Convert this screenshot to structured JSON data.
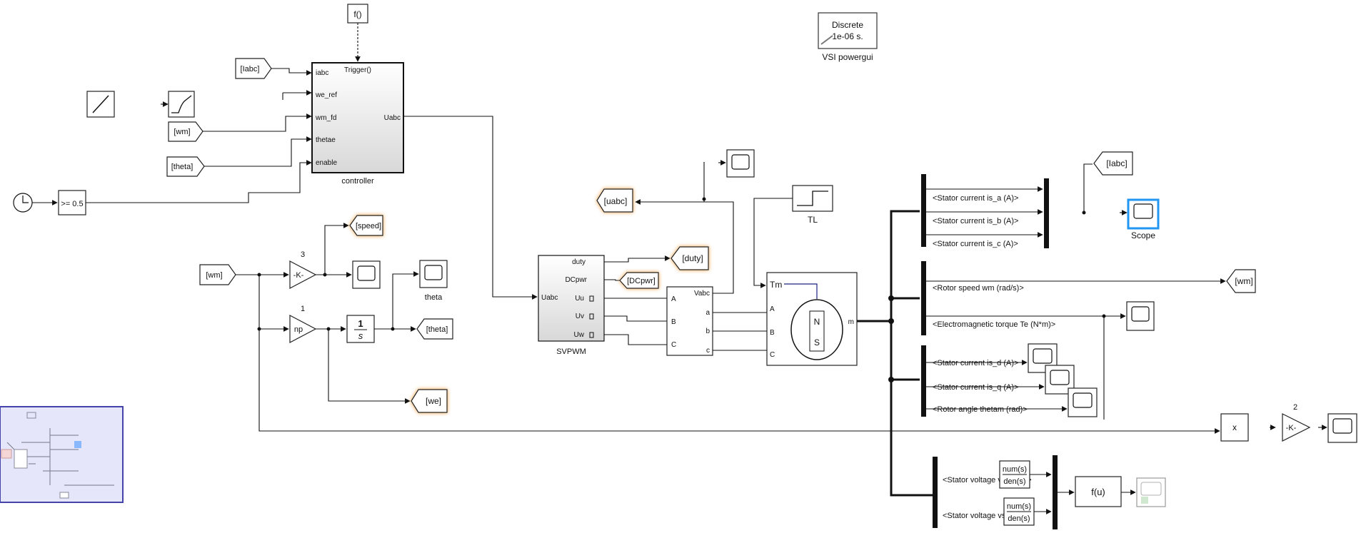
{
  "powergui": {
    "line1": "Discrete",
    "line2": "1e-06 s.",
    "caption": "VSI powergui"
  },
  "fcn_trigger": {
    "label": "f()"
  },
  "controller": {
    "caption": "controller",
    "trigger_label": "Trigger()",
    "inputs": [
      "iabc",
      "we_ref",
      "wm_fd",
      "thetae",
      "enable"
    ],
    "output": "Uabc"
  },
  "goto_tags": {
    "iabc_in": "[Iabc]",
    "wm_in": "[wm]",
    "theta_in": "[theta]",
    "wm_src": "[wm]",
    "speed": "[speed]",
    "theta_out": "[theta]",
    "we": "[we]",
    "uabc": "[uabc]",
    "duty": "[duty]",
    "dcpwr": "[DCpwr]",
    "iabc_out": "[Iabc]",
    "wm_out": "[wm]"
  },
  "compare": {
    "label": ">= 0.5"
  },
  "gains": {
    "k1_value": "3",
    "k1_label": "-K-",
    "np_value": "1",
    "np_label": "np",
    "k2_value": "2",
    "k2_label": "-K-"
  },
  "integrator": {
    "num": "1",
    "den": "s"
  },
  "svpwm": {
    "caption": "SVPWM",
    "input": "Uabc",
    "outputs": [
      "duty",
      "DCpwr",
      "Uu",
      "Uv",
      "Uw"
    ]
  },
  "inverter": {
    "inputs": [
      "A",
      "B",
      "C"
    ],
    "outputs": [
      "Vabc",
      "a",
      "b",
      "c"
    ]
  },
  "motor": {
    "ports": [
      "Tm",
      "A",
      "B",
      "C"
    ],
    "output": "m",
    "n": "N",
    "s": "S"
  },
  "step_tl": {
    "caption": "TL"
  },
  "scope_labels": {
    "theta": "theta",
    "scope": "Scope"
  },
  "bus1": [
    "<Stator current is_a (A)>",
    "<Stator current is_b (A)>",
    "<Stator current is_c (A)>"
  ],
  "bus2": [
    "<Rotor speed wm (rad/s)>",
    "<Electromagnetic torque Te (N*m)>"
  ],
  "bus3": [
    "<Stator current is_d (A)>",
    "<Stator current is_q (A)>",
    "<Rotor angle thetam (rad)>"
  ],
  "bus4": [
    "<Stator voltage vs_d (V)>",
    "<Stator voltage vs_q (V)>"
  ],
  "transfer_fcn": {
    "num": "num(s)",
    "den": "den(s)"
  },
  "product": {
    "label": "x"
  },
  "fcn_u": {
    "label": "f(u)"
  }
}
